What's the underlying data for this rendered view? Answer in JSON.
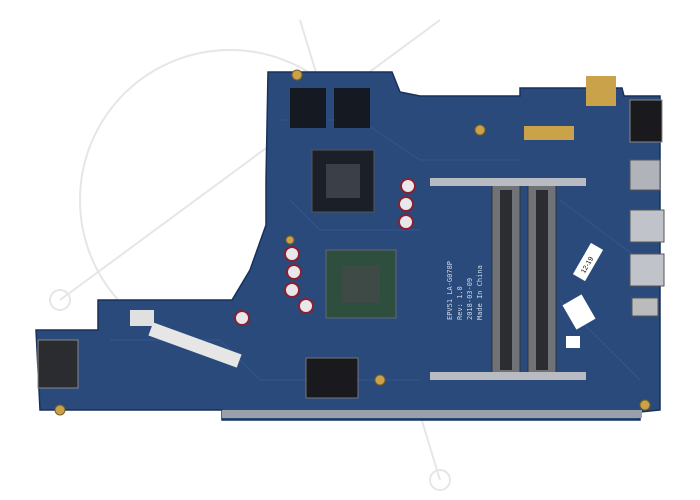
{
  "board": {
    "model_line1": "EPV51 LA-G078P",
    "model_line2": "Rev: 1.0",
    "model_line3": "2018-03-09",
    "model_line4": "Made In China",
    "sticker_date": "12-19",
    "colors": {
      "pcb": "#2a4a7c",
      "pcb_dark": "#1d3560",
      "slot": "#6f7378",
      "gold": "#c9a24a"
    }
  }
}
